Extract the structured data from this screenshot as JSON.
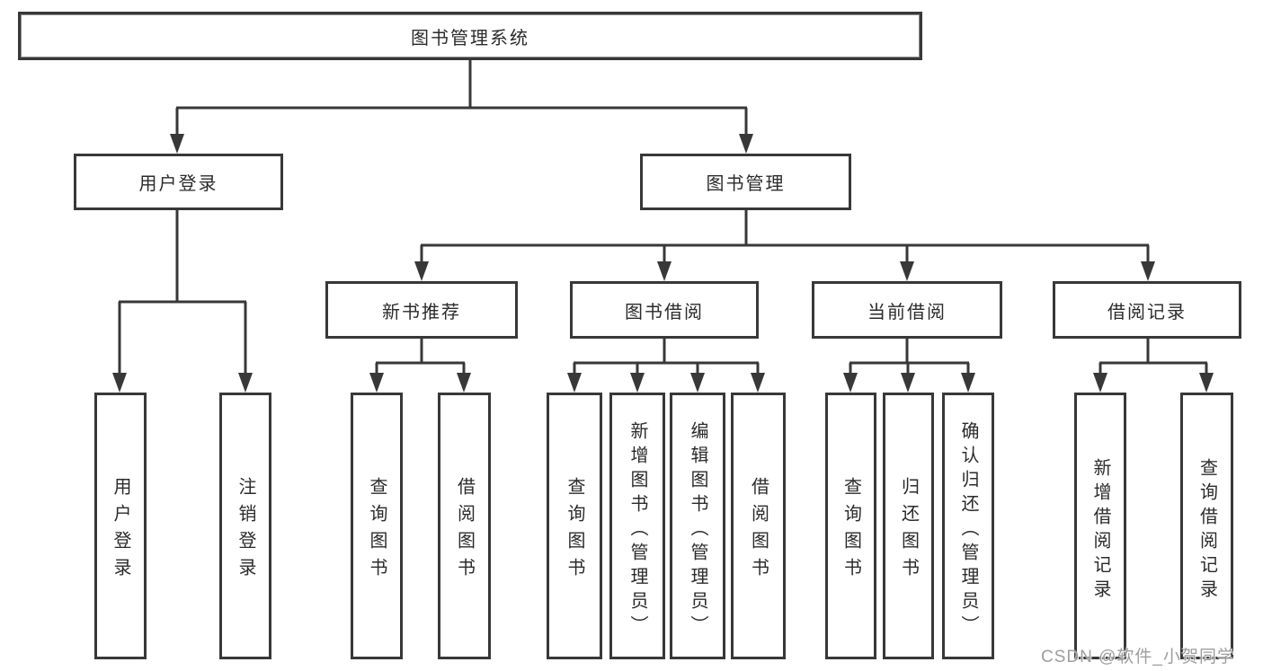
{
  "diagram": {
    "root": {
      "label": "图书管理系统"
    },
    "level2": [
      {
        "id": "user-login",
        "label": "用户登录"
      },
      {
        "id": "book-management",
        "label": "图书管理"
      }
    ],
    "level3": [
      {
        "id": "new-book-recommend",
        "label": "新书推荐"
      },
      {
        "id": "book-borrowing",
        "label": "图书借阅"
      },
      {
        "id": "current-borrowing",
        "label": "当前借阅"
      },
      {
        "id": "borrowing-records",
        "label": "借阅记录"
      }
    ],
    "leaves": {
      "user_login": [
        "用户登录",
        "注销登录"
      ],
      "new_book": [
        "查询图书",
        "借阅图书"
      ],
      "book_borrowing": [
        "查询图书",
        "新增图书（管理员）",
        "编辑图书（管理员）",
        "借阅图书"
      ],
      "current_borrowing": [
        "查询图书",
        "归还图书",
        "确认归还（管理员）"
      ],
      "borrowing_records": [
        "新增借阅记录",
        "查询借阅记录"
      ]
    }
  },
  "watermark": {
    "text": "CSDN @软件_小贺同学"
  },
  "colors": {
    "line": "#383838",
    "box_border": "#383838",
    "box_fill": "#ffffff",
    "text": "#2b2b2b",
    "watermark": "#949494",
    "background": "#ffffff"
  }
}
